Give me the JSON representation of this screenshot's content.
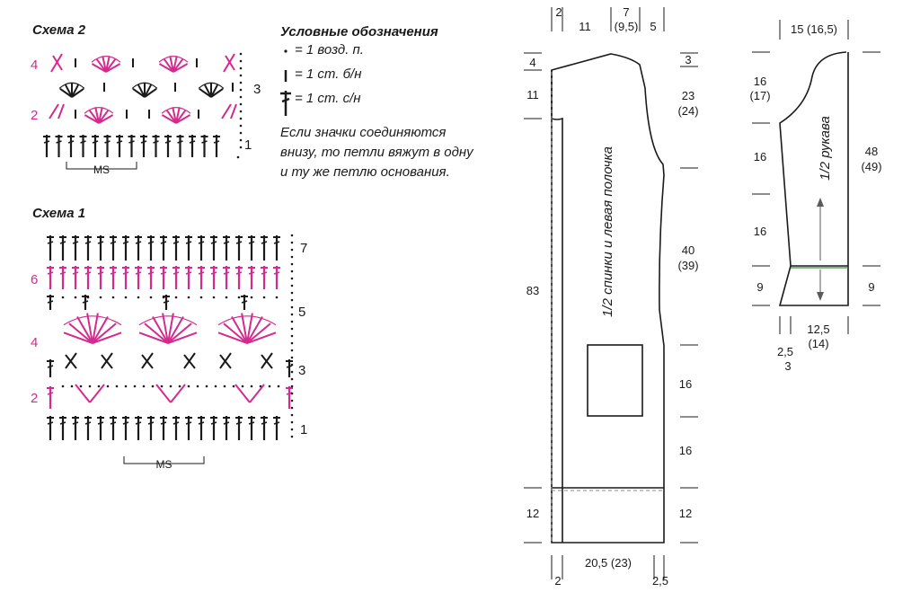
{
  "colors": {
    "ink": "#1a1a1a",
    "accent": "#d42a8e",
    "guide": "#8a8a8a"
  },
  "scheme2": {
    "title": "Схема 2",
    "rows": [
      "1",
      "2",
      "3",
      "4"
    ],
    "repeat_label": "MS"
  },
  "scheme1": {
    "title": "Схема 1",
    "rows": [
      "1",
      "2",
      "3",
      "4",
      "5",
      "6",
      "7"
    ],
    "repeat_label": "MS"
  },
  "legend": {
    "title": "Условные обозначения",
    "items": [
      {
        "icon": "chain-stitch-icon",
        "text": "= 1 возд. п."
      },
      {
        "icon": "single-crochet-icon",
        "text": "= 1 ст. б/н"
      },
      {
        "icon": "double-crochet-icon",
        "text": "= 1 ст. с/н"
      }
    ],
    "note": [
      "Если значки соединяются",
      "внизу, то петли вяжут в одну",
      "и ту же петлю основания."
    ]
  },
  "body_pattern": {
    "label": "1/2 спинки и левая полочка",
    "top": {
      "left_edge": "2",
      "neck": "11",
      "shoulder_top": "7",
      "shoulder_alt": "(9,5)",
      "right_edge": "5"
    },
    "left_side": {
      "shoulder_drop": "4",
      "armhole_side": "11",
      "total": "83",
      "hem": "12"
    },
    "right_side": {
      "shoulder_drop": "3",
      "armhole": "23",
      "armhole_alt": "(24)",
      "side": "40",
      "side_alt": "(39)",
      "pocket_zone_1": "16",
      "pocket_zone_2": "16",
      "hem": "12"
    },
    "bottom": {
      "left": "2",
      "width": "20,5 (23)",
      "right": "2,5"
    }
  },
  "sleeve_pattern": {
    "label": "1/2 рукава",
    "top": "15 (16,5)",
    "left_side": {
      "cap": "16",
      "cap_alt": "(17)",
      "upper": "16",
      "lower": "16",
      "cuff": "9"
    },
    "right_side": {
      "total": "48",
      "total_alt": "(49)",
      "cuff": "9"
    },
    "bottom": {
      "cuff_left_1": "2,5",
      "cuff_left_2": "3",
      "width": "12,5",
      "width_alt": "(14)"
    }
  }
}
